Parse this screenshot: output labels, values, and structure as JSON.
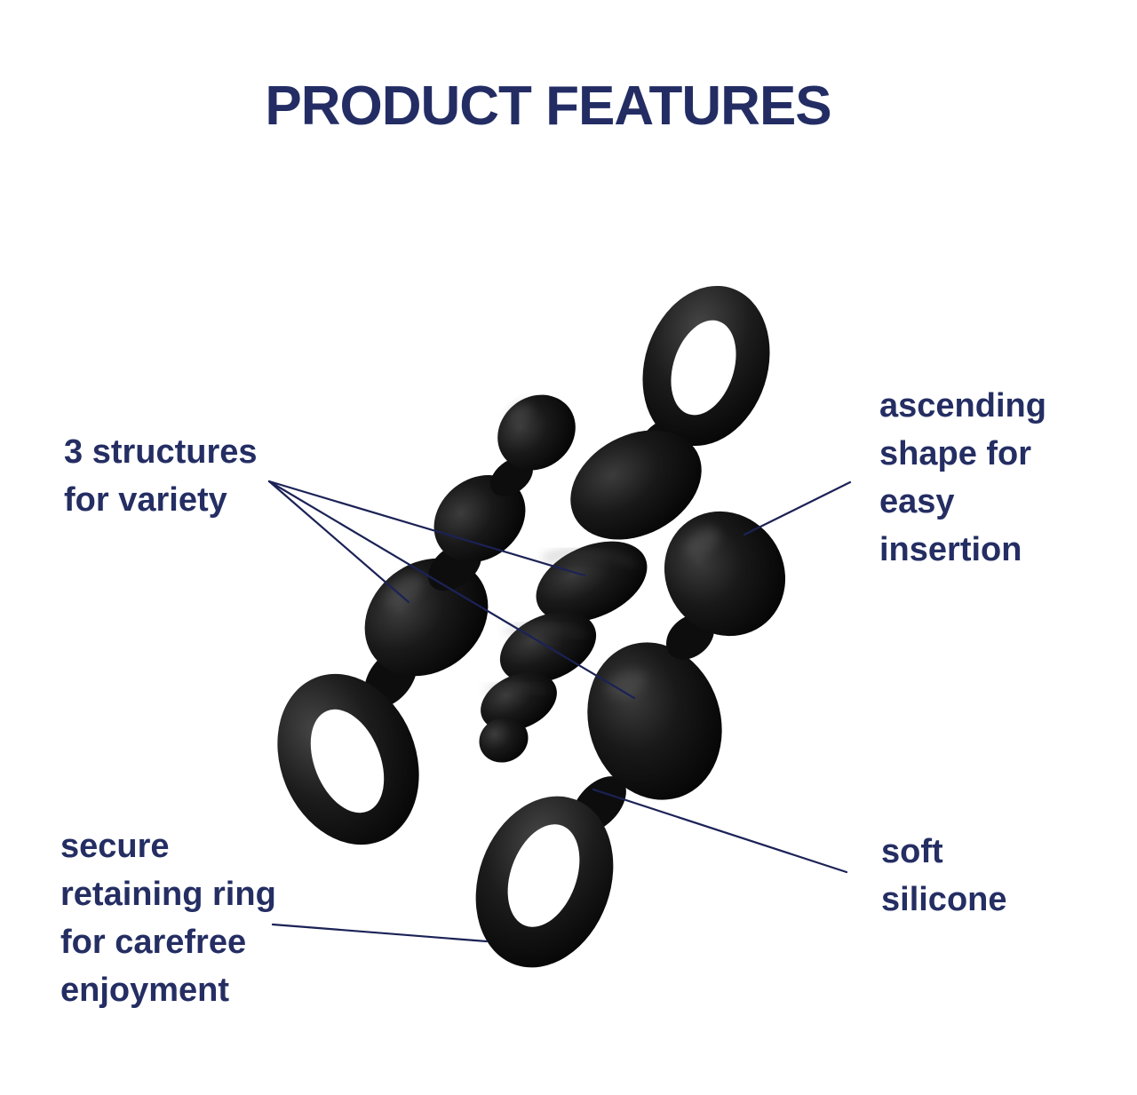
{
  "title": "PRODUCT FEATURES",
  "colors": {
    "background": "#ffffff",
    "text_navy": "#242e63",
    "title_navy": "#232d64",
    "callout_line": "#1b2256",
    "product_black": "#0a0a0a"
  },
  "labels": {
    "structures": {
      "lines": [
        "3 structures",
        "for variety"
      ]
    },
    "ascending": {
      "lines": [
        "ascending",
        "shape for",
        "easy",
        "insertion"
      ]
    },
    "secure_ring": {
      "lines": [
        "secure",
        "retaining ring",
        "for carefree",
        "enjoyment"
      ]
    },
    "soft_silicone": {
      "lines": [
        "soft",
        "silicone"
      ]
    }
  }
}
